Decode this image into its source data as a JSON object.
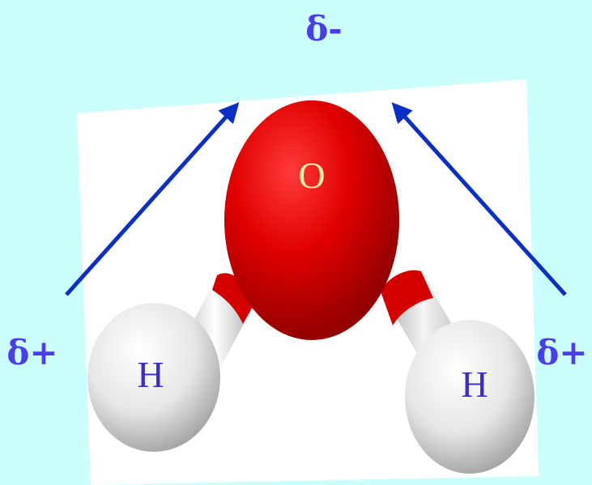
{
  "charges": {
    "top": "δ-",
    "left": "δ+",
    "right": "δ+"
  },
  "atoms": {
    "oxygen": "O",
    "hydrogen_left": "H",
    "hydrogen_right": "H"
  },
  "colors": {
    "background": "#ccfefe",
    "charge_text": "#4a3cf0",
    "arrow": "#0a2fc4",
    "oxygen": "#d40000",
    "oxygen_label": "#fff2a8",
    "hydrogen": "#e8e8e8",
    "hydrogen_label": "#3a2ad0"
  }
}
